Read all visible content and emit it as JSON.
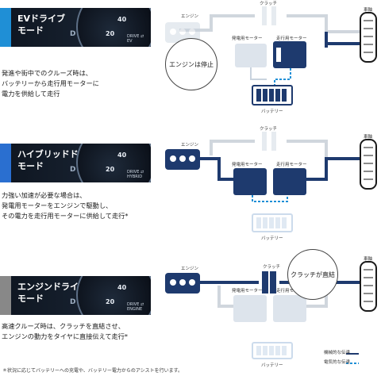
{
  "modes": [
    {
      "title": "EVドライブ\nモード",
      "accent": "#1f8fd6",
      "description": "発進や街中でのクルーズ時は、\nバッテリーから走行用モーターに\n電力を供給して走行",
      "callout": "エンジンは停止",
      "gauge": {
        "n1": "20",
        "n2": "40",
        "gear": "D",
        "tag": "DRIVE ⇄\nEV"
      }
    },
    {
      "title": "ハイブリッドドライブ\nモード",
      "accent": "#2a6fd0",
      "description": "力強い加速が必要な場合は、\n発電用モーターをエンジンで駆動し、\nその電力を走行用モーターに供給して走行*",
      "callout": "",
      "gauge": {
        "n1": "20",
        "n2": "40",
        "gear": "D",
        "tag": "DRIVE ⇄\nHYBRID"
      }
    },
    {
      "title": "エンジンドライブ\nモード",
      "accent": "#888888",
      "description": "高速クルーズ時は、クラッチを直結させ、\nエンジンの動力をタイヤに直接伝えて走行*",
      "callout": "クラッチが直結",
      "gauge": {
        "n1": "20",
        "n2": "40",
        "gear": "D",
        "tag": "DRIVE ⇄\nENGINE"
      }
    }
  ],
  "labels": {
    "engine": "エンジン",
    "clutch": "クラッチ",
    "tire": "車軸",
    "generator": "発電用モーター",
    "traction": "走行用モーター",
    "battery": "バッテリー"
  },
  "legend": {
    "mechanical": "機械的な伝達",
    "electrical": "電気的な伝達"
  },
  "footnote": "＊状況に応じてバッテリーへの充電や、バッテリー電力からのアシストを行います。",
  "colors": {
    "active": "#1e3a6e",
    "inactive": "#c9d3de",
    "electric": "#1f8fd6"
  }
}
